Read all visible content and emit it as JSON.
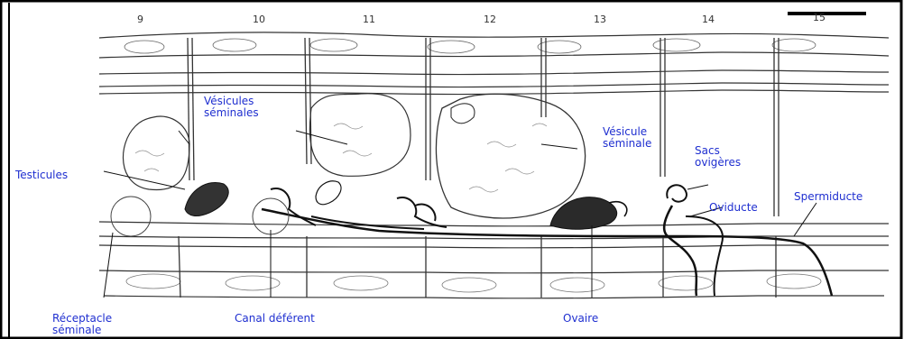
{
  "segment_numbers": [
    "9",
    "10",
    "11",
    "12",
    "13",
    "14",
    "15"
  ],
  "labels": {
    "vesicules_seminales": [
      "Vésicules",
      "séminales"
    ],
    "testicules": "Testicules",
    "vesicule_seminale": [
      "Vésicule",
      "séminale"
    ],
    "sacs_ovigeres": [
      "Sacs",
      "ovigères"
    ],
    "oviducte": "Oviducte",
    "spermiducte": "Spermiducte",
    "receptacle_seminale": [
      "Réceptacle",
      "séminale"
    ],
    "canal_deferent": "Canal déférent",
    "ovaire": "Ovaire"
  },
  "colors": {
    "border": "#000000",
    "label": "#1f2fd0",
    "drawing": "#222222"
  }
}
